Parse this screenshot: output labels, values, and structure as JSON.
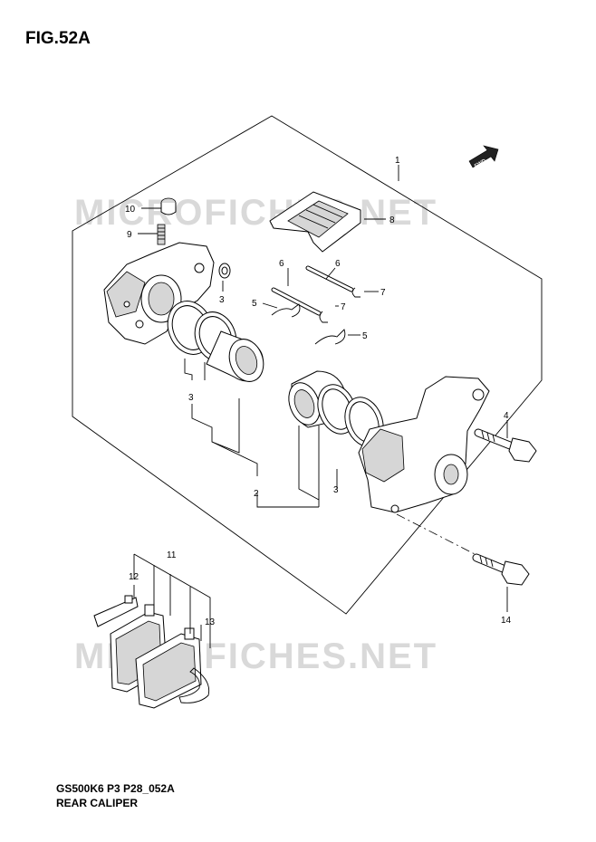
{
  "figure": {
    "title": "FIG.52A",
    "code": "GS500K6 P3 P28_052A",
    "caption": "REAR CALIPER"
  },
  "watermark": "MICROFICHES.NET",
  "fwd_label": "FWD",
  "callouts": {
    "c1": "1",
    "c2": "2",
    "c3a": "3",
    "c3b": "3",
    "c3c": "3",
    "c4": "4",
    "c5a": "5",
    "c5b": "5",
    "c6a": "6",
    "c6b": "6",
    "c7a": "7",
    "c7b": "7",
    "c8": "8",
    "c9": "9",
    "c10": "10",
    "c11": "11",
    "c12": "12",
    "c13": "13",
    "c14": "14"
  }
}
